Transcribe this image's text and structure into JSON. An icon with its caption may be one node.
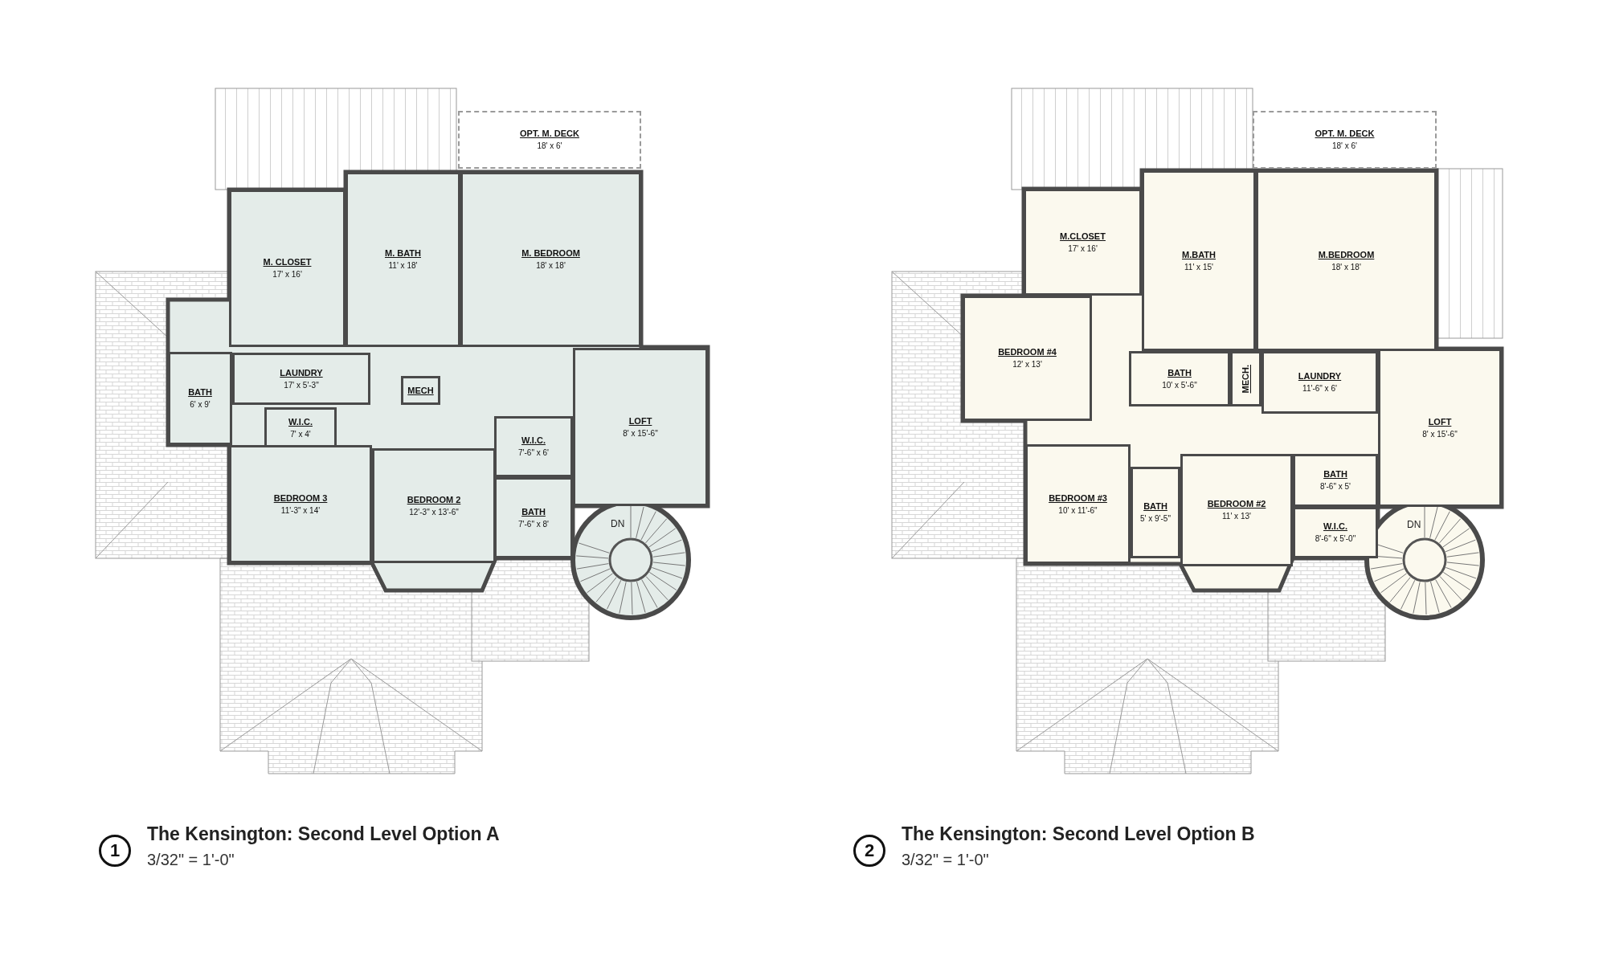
{
  "diagram": {
    "nodes": [
      {
        "text": [
          "OPT. M. DECK",
          "18' x 6'"
        ]
      },
      {
        "text": [
          "M. CLOSET",
          "17' x 16'"
        ]
      },
      {
        "text": [
          "M. BATH",
          "11' x 18'"
        ]
      },
      {
        "text": [
          "M. BEDROOM",
          "18' x 18'"
        ]
      },
      {
        "text": [
          "LAUNDRY",
          "17' x 5'-3\""
        ]
      },
      {
        "text": [
          "MECH"
        ]
      },
      {
        "text": [
          "BATH",
          "6' x 9'"
        ]
      },
      {
        "text": [
          "W.I.C.",
          "7' x 4'"
        ]
      },
      {
        "text": [
          "LOFT",
          "8' x 15'-6\""
        ]
      },
      {
        "text": [
          "W.I.C.",
          "7'-6\" x 6'"
        ]
      },
      {
        "text": [
          "BEDROOM 3",
          "11'-3\" x 14'"
        ]
      },
      {
        "text": [
          "BEDROOM 2",
          "12'-3\" x 13'-6\""
        ]
      },
      {
        "text": [
          "BATH",
          "7'-6\" x 8'"
        ]
      },
      {
        "text": [
          "1"
        ],
        "beside": [
          "The Kensington: Second Level Option A",
          "3/32\" = 1'-0\""
        ]
      },
      {
        "text": [
          "OPT. M. DECK",
          "18' x 6'"
        ]
      },
      {
        "text": [
          "M.BEDROOM",
          "18' x 18'"
        ]
      },
      {
        "text": [
          "M.CLOSET",
          "17' x 16'"
        ]
      },
      {
        "text": [
          "M.BATH",
          "11' x 15'"
        ]
      },
      {
        "text": [
          "BEDROOM #4",
          "12' x 13'"
        ]
      },
      {
        "text": [
          "BATH",
          "10' x 5'-6\""
        ]
      },
      {
        "text": [
          "MECH."
        ]
      },
      {
        "text": [
          "LAUNDRY",
          "11'-6\" x 6'"
        ]
      },
      {
        "text": [
          "LOFT",
          "8' x 15'-6\""
        ]
      },
      {
        "text": [
          "BEDROOM #3",
          "10' x 11'-6\""
        ]
      },
      {
        "text": [
          "BATH",
          "5' x 9'-5\""
        ]
      },
      {
        "text": [
          "BEDROOM #2",
          "11' x 13'"
        ]
      },
      {
        "text": [
          "BATH",
          "8'-6\" x 5'"
        ]
      },
      {
        "text": [
          "W.I.C.",
          "8'-6\" x 5'-0\""
        ]
      },
      {
        "text": [
          "2"
        ],
        "beside": [
          "The Kensington: Second Level Option B",
          "3/32\" = 1'-0\""
        ]
      }
    ],
    "labels": [
      "DN",
      "DN"
    ]
  }
}
